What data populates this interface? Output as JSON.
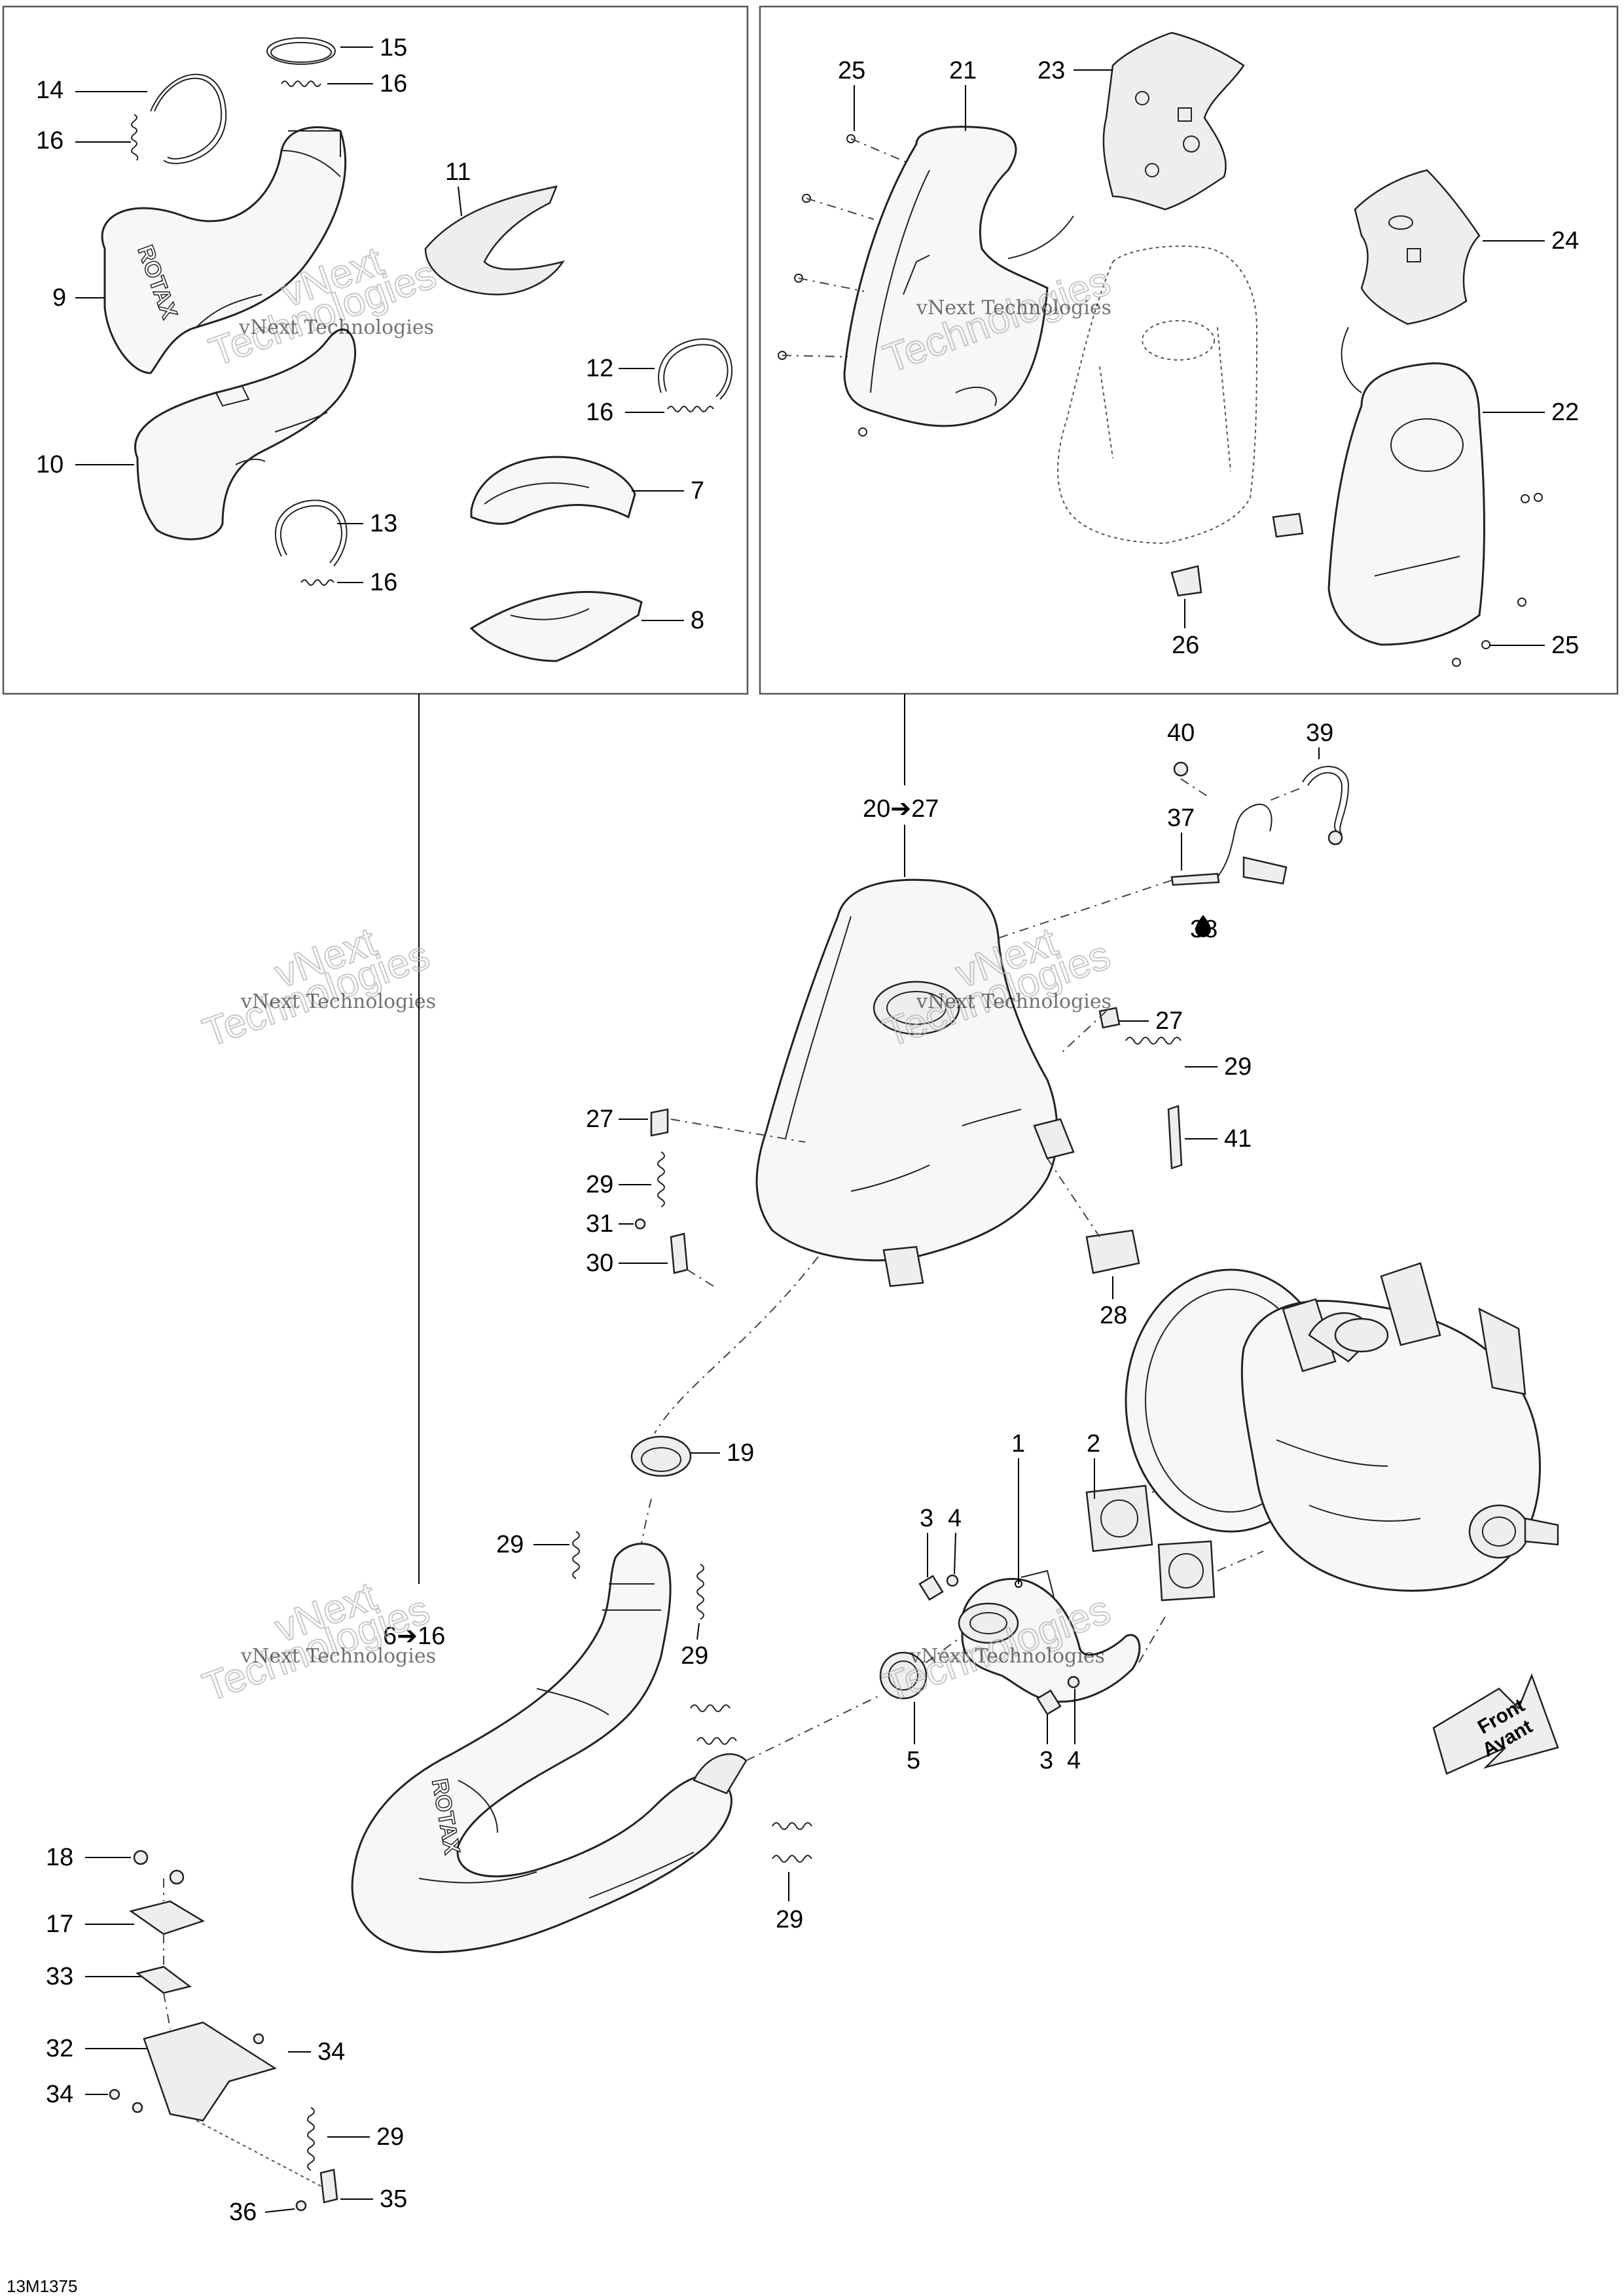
{
  "figure_code": "13M1375",
  "watermark": {
    "line1": "vNext",
    "line2": "Technologies",
    "combined": "vNext Technologies"
  },
  "front_label": {
    "line1": "Front",
    "line2": "Avant"
  },
  "group_labels": {
    "muffler_range": "20➔27",
    "pipe_range": "6➔16"
  },
  "callouts": {
    "c1": "1",
    "c2": "2",
    "c3a": "3",
    "c3b": "3",
    "c4a": "4",
    "c4b": "4",
    "c5": "5",
    "c7": "7",
    "c8": "8",
    "c9": "9",
    "c10": "10",
    "c11": "11",
    "c12": "12",
    "c13": "13",
    "c14": "14",
    "c15": "15",
    "c16a": "16",
    "c16b": "16",
    "c16c": "16",
    "c16d": "16",
    "c17": "17",
    "c18": "18",
    "c19": "19",
    "c21": "21",
    "c22": "22",
    "c23": "23",
    "c24": "24",
    "c25a": "25",
    "c25b": "25",
    "c26": "26",
    "c27a": "27",
    "c27b": "27",
    "c28": "28",
    "c29a": "29",
    "c29b": "29",
    "c29c": "29",
    "c29d": "29",
    "c29e": "29",
    "c29f": "29",
    "c30": "30",
    "c31": "31",
    "c32": "32",
    "c33": "33",
    "c34a": "34",
    "c34b": "34",
    "c35": "35",
    "c36": "36",
    "c37": "37",
    "c38": "38",
    "c39": "39",
    "c40": "40",
    "c41": "41"
  },
  "logo_text": "ROTAX"
}
